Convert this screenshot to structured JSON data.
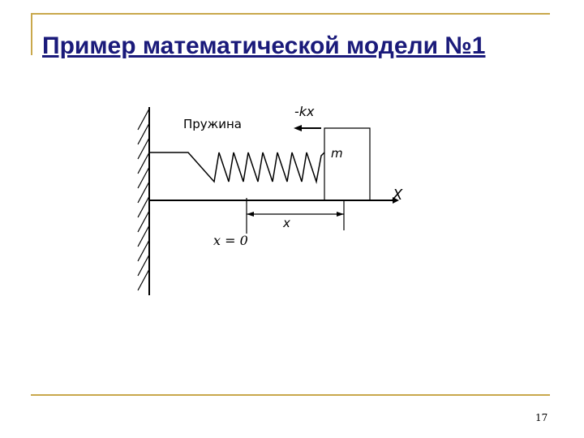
{
  "slide": {
    "title": "Пример математической модели №1",
    "page_number": "17"
  },
  "diagram": {
    "spring_label": "Пружина",
    "force_label": "-kx",
    "mass_label": "m",
    "axis_label": "X",
    "displacement_label": "x",
    "origin_label": "x = 0"
  },
  "colors": {
    "title": "#1a1a7a",
    "frame": "#c9a84c",
    "lines": "#000000"
  }
}
